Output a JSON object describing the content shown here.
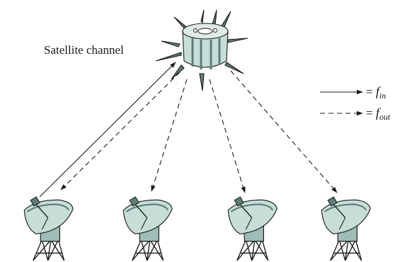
{
  "title": "Satellite channel",
  "legend": {
    "solid": {
      "eq": "= ",
      "symbol": "f",
      "sub": "in"
    },
    "dashed": {
      "eq": "= ",
      "symbol": "f",
      "sub": "out"
    }
  },
  "ground_stations": [
    "ground-station-1",
    "ground-station-2",
    "ground-station-3",
    "ground-station-4"
  ],
  "links": [
    {
      "from": "ground-station-1",
      "to": "satellite",
      "style": "solid",
      "signal": "f_in"
    },
    {
      "from": "satellite",
      "to": "ground-station-1",
      "style": "dashed",
      "signal": "f_out"
    },
    {
      "from": "satellite",
      "to": "ground-station-2",
      "style": "dashed",
      "signal": "f_out"
    },
    {
      "from": "satellite",
      "to": "ground-station-3",
      "style": "dashed",
      "signal": "f_out"
    },
    {
      "from": "satellite",
      "to": "ground-station-4",
      "style": "dashed",
      "signal": "f_out"
    }
  ],
  "colors": {
    "ink": "#1a1a1a",
    "equipment_fill": "#c6ddd8",
    "equipment_shadow": "#5f7d77"
  }
}
